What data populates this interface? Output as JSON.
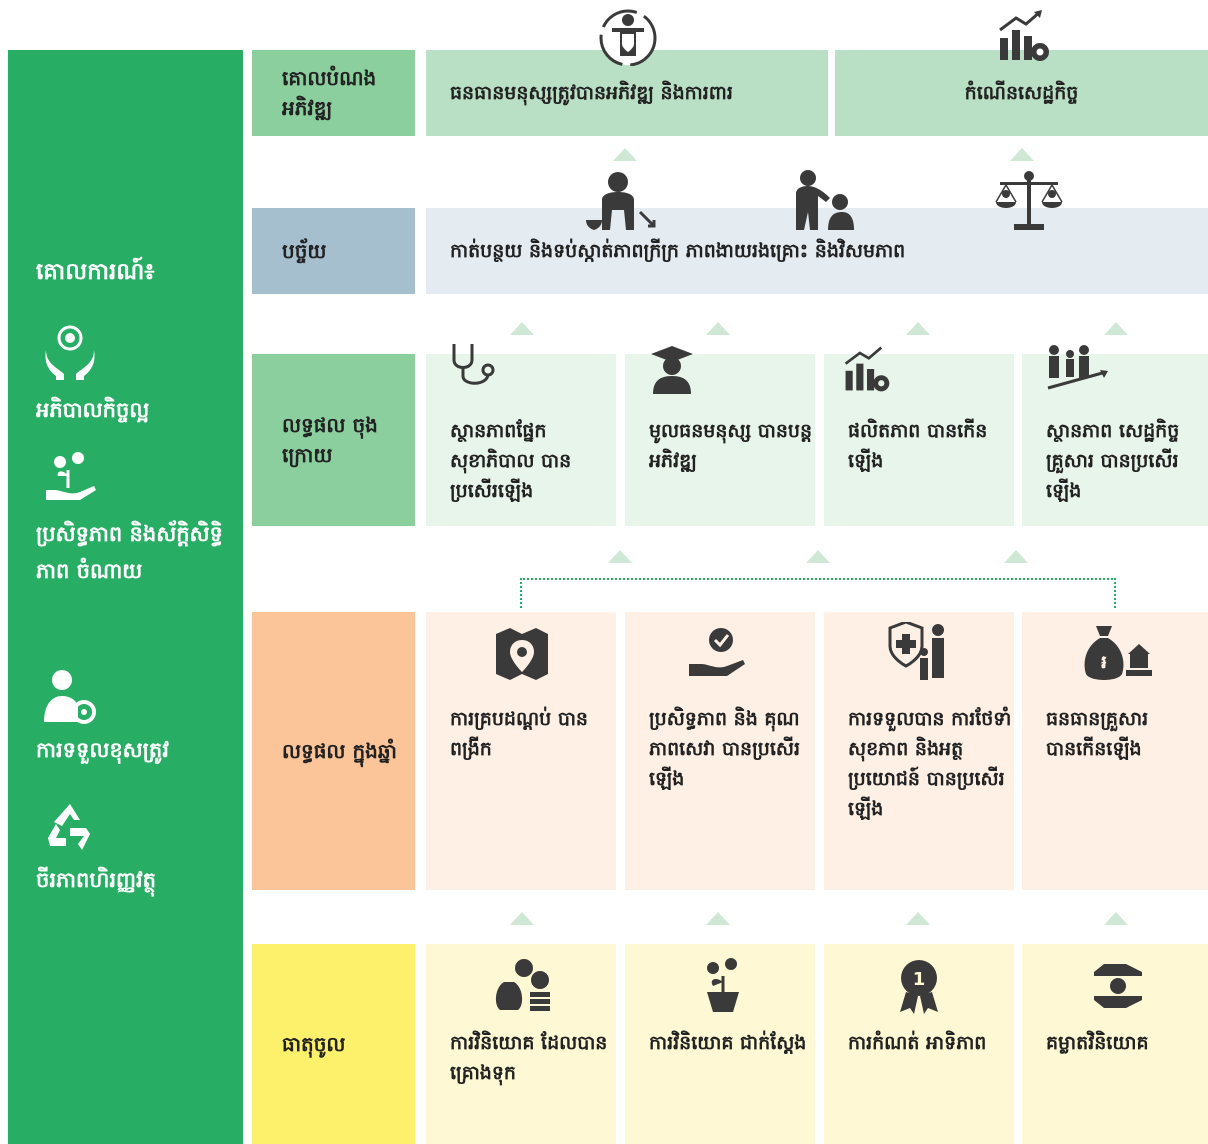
{
  "sidebar": {
    "title": "គោលការណ៍៖",
    "items": [
      {
        "label": "អភិបាលកិច្ចល្អ",
        "icon": "hands-globe-icon"
      },
      {
        "label": "ប្រសិទ្ធភាព និងស័ក្តិសិទ្ធិភាព ចំណាយ",
        "icon": "hand-plant-coins-icon"
      },
      {
        "label": "ការទទួលខុសត្រូវ",
        "icon": "person-gear-icon"
      },
      {
        "label": "ចីរភាពហិរញ្ញវត្ថុ",
        "icon": "recycle-icon"
      }
    ]
  },
  "rows": {
    "goal": {
      "label": "គោលបំណង អភិវឌ្ឍ",
      "boxes": [
        {
          "text": "ធនធានមនុស្សត្រូវបានអភិវឌ្ឍ និងការពារ",
          "icon": "person-shield-icon"
        },
        {
          "text": "កំណើនសេដ្ឋកិច្ច",
          "icon": "growth-chart-gear-icon"
        }
      ]
    },
    "factor": {
      "label": "បច្ច័យ",
      "text": "កាត់បន្ថយ និងទប់ស្កាត់ភាពក្រីក្រ ភាពងាយរងគ្រោះ និងវិសមភាព",
      "icons": [
        "poor-person-icon",
        "helping-person-icon",
        "balance-scale-icon"
      ]
    },
    "final": {
      "label": "លទ្ធផល ចុងក្រោយ",
      "boxes": [
        {
          "text": "ស្ថានភាពផ្នែក សុខាភិបាល បានប្រសើរឡើង",
          "icon": "stethoscope-icon"
        },
        {
          "text": "មូលធនមនុស្ស បានបន្តអភិវឌ្ឍ",
          "icon": "graduate-icon"
        },
        {
          "text": "ផលិតភាព បានកើនឡើង",
          "icon": "growth-chart-gear-icon"
        },
        {
          "text": "ស្ថានភាព សេដ្ឋកិច្ចគ្រួសារ បានប្រសើរឡើង",
          "icon": "family-growth-icon"
        }
      ]
    },
    "intermediate": {
      "label": "លទ្ធផល ក្នុងឆ្នាំ",
      "boxes": [
        {
          "text": "ការគ្របដណ្តប់ បានពង្រីក",
          "icon": "map-location-icon"
        },
        {
          "text": "ប្រសិទ្ធភាព និង គុណភាពសេវា បានប្រសើរឡើង",
          "icon": "hand-quality-badge-icon"
        },
        {
          "text": "ការទទួលបាន ការថែទាំសុខភាព និងអត្ថប្រយោជន៍ បានប្រសើរឡើង",
          "icon": "family-health-shield-icon"
        },
        {
          "text": "ធនធានគ្រួសារ បានកើនឡើង",
          "icon": "money-bag-house-icon"
        }
      ]
    },
    "input": {
      "label": "ធាតុចូល",
      "boxes": [
        {
          "text": "ការវិនិយោគ ដែលបានគ្រោងទុក",
          "icon": "money-coins-icon"
        },
        {
          "text": "ការវិនិយោគ ជាក់ស្តែង",
          "icon": "plant-pot-coins-icon"
        },
        {
          "text": "ការកំណត់ អាទិភាព",
          "icon": "priority-medal-icon"
        },
        {
          "text": "គម្លាតវិនិយោគ",
          "icon": "hands-coin-icon"
        }
      ]
    }
  },
  "colors": {
    "sidebar": "#27ae64",
    "goal_label": "#8ccf9e",
    "goal_box": "#b9e0c5",
    "factor_label": "#a6bfcf",
    "factor_box": "#e4ebf1",
    "final_label": "#8ccf9e",
    "final_box": "#e8f5ea",
    "intermediate_label": "#fcc499",
    "intermediate_box": "#fef0e5",
    "input_label": "#fdf06b",
    "input_box": "#fef9d4",
    "arrow": "#cfe8d5",
    "icon": "#3a3a3a"
  }
}
